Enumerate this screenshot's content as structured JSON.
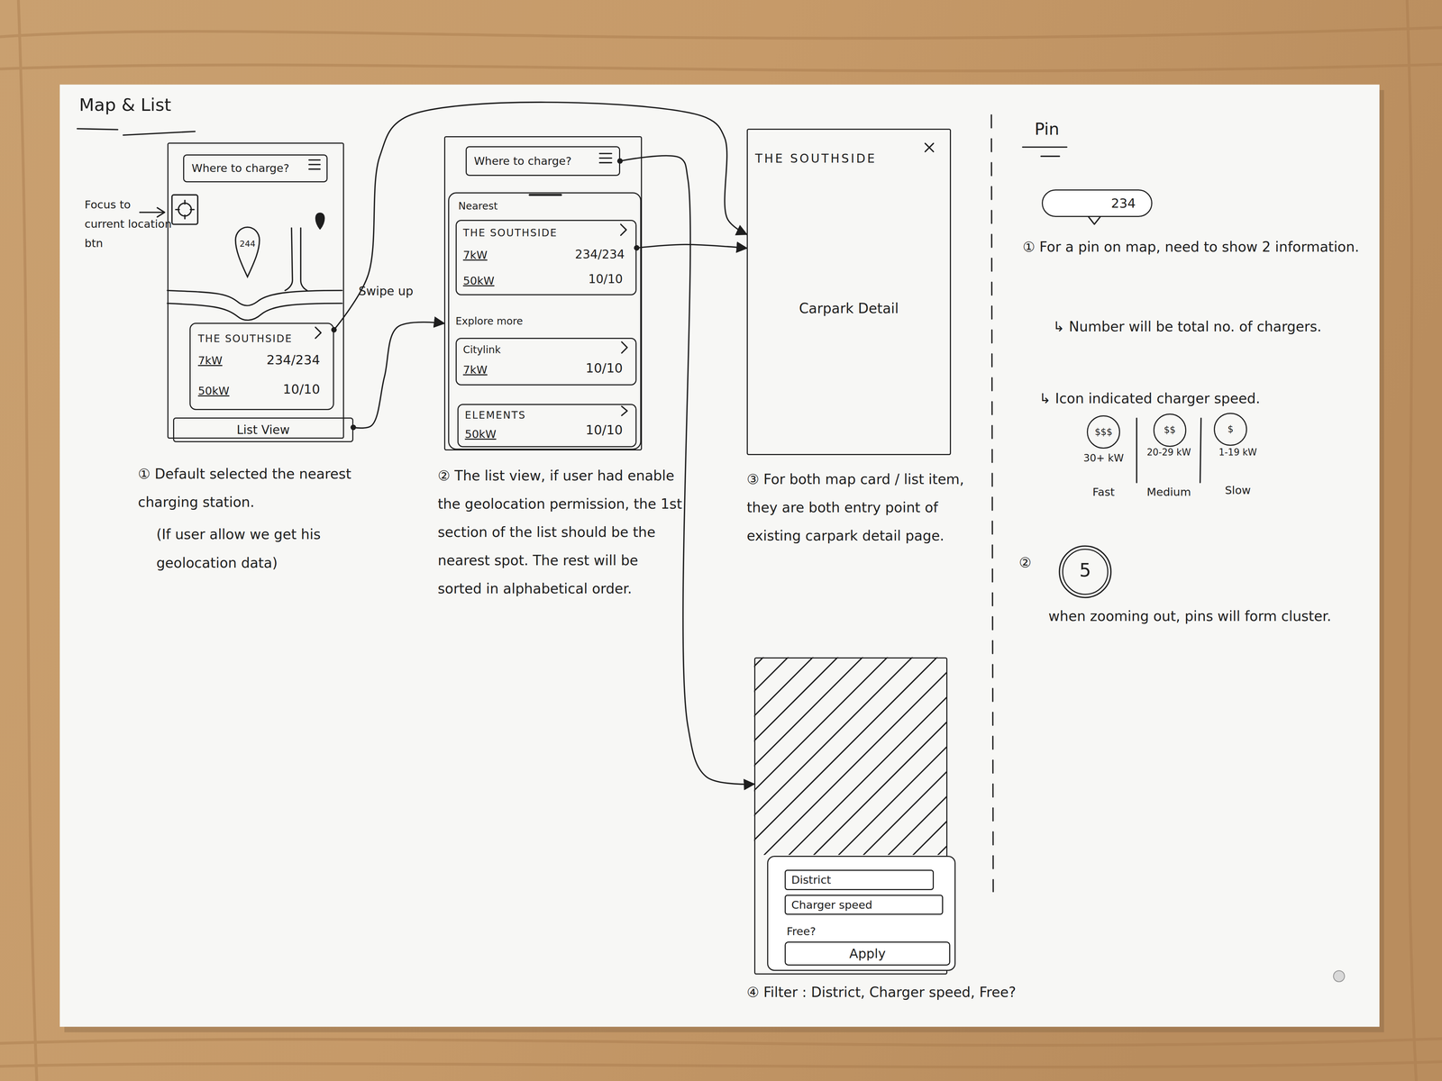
{
  "diagram": {
    "title": "Map & List",
    "nodes": [
      {
        "text": []
      },
      {
        "text": [
          "Where to charge?"
        ],
        "in": 0
      },
      {
        "text": [
          "244"
        ],
        "in": 0
      },
      {
        "text": [
          "THE SOUTHSIDE",
          "7kW",
          "234/234",
          "50kW",
          "10/10"
        ],
        "in": 0
      },
      {
        "text": [
          "List View"
        ],
        "in": 0
      },
      {
        "text": []
      },
      {
        "text": [
          "Where to charge?"
        ],
        "in": 5
      },
      {
        "text": [
          "Nearest",
          "Explore more"
        ],
        "in": 5
      },
      {
        "text": [
          "THE SOUTHSIDE",
          "7kW",
          "234/234",
          "50kW",
          "10/10"
        ],
        "in": 7
      },
      {
        "text": [
          "Citylink",
          "7kW",
          "10/10"
        ],
        "in": 7
      },
      {
        "text": [
          "ELEMENTS",
          "50kW",
          "10/10"
        ],
        "in": 7
      },
      {
        "text": [
          "THE SOUTHSIDE",
          "Carpark Detail"
        ]
      },
      {
        "text": []
      },
      {
        "text": [
          "Free?"
        ],
        "in": 12
      },
      {
        "text": [
          "District"
        ],
        "in": 13
      },
      {
        "text": [
          "Charger speed"
        ],
        "in": 13
      },
      {
        "text": [
          "Apply"
        ],
        "in": 13
      },
      {
        "text": [
          "234"
        ]
      },
      {
        "text": [
          "$$$"
        ]
      },
      {
        "text": [
          "$$"
        ]
      },
      {
        "text": [
          "$"
        ]
      },
      {
        "text": [
          "5"
        ]
      }
    ],
    "edges": [
      {
        "from": 3,
        "to": 11,
        "arrow": "to"
      },
      {
        "from": 4,
        "to": 5,
        "label": "Swipe up",
        "arrow": "to"
      },
      {
        "from": 6,
        "to": 12,
        "arrow": "to"
      },
      {
        "from": 8,
        "to": 11,
        "arrow": "to"
      }
    ],
    "labels": [
      "Focus to current location btn",
      "① Default selected the nearest charging station.",
      "(If user allow we get his geolocation data)",
      "② The list view, if user had enable the geolocation permission, the 1st section of the list should be the nearest spot. The rest will be sorted in alphabetical order.",
      "③ For both map card / list item, they are both entry point of existing carpark detail page.",
      "④ Filter : District, Charger speed, Free?",
      "Pin",
      "① For a pin on map, need to show 2 information.",
      "↳ Number will be total no. of chargers.",
      "↳ Icon indicated charger speed.",
      "30+ kW",
      "Fast",
      "20-29 kW",
      "Medium",
      "1-19 kW",
      "Slow",
      "②",
      "when zooming out, pins will form cluster."
    ]
  }
}
